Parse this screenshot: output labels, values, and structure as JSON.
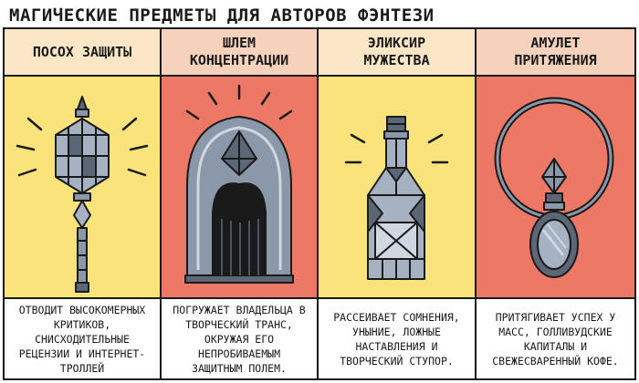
{
  "title": "МАГИЧЕСКИЕ ПРЕДМЕТЫ ДЛЯ АВТОРОВ ФЭНТЕЗИ",
  "colors": {
    "head_light": "#fbe7c6",
    "head_dark": "#f6d2bd",
    "yellow": "#fbe37b",
    "red": "#ee7866",
    "footer": "#ffffff",
    "metal": "#8a98aa",
    "metal_dark": "#5b6676",
    "ink": "#1a1a1a"
  },
  "panels": [
    {
      "name": "ПОСОХ ЗАЩИТЫ",
      "icon": "staff-icon",
      "desc": "ОТВОДИТ ВЫСОКОМЕРНЫХ КРИТИКОВ, СНИСХОДИТЕЛЬНЫЕ РЕЦЕНЗИИ И ИНТЕРНЕТ-ТРОЛЛЕЙ"
    },
    {
      "name": "ШЛЕМ КОНЦЕНТРАЦИИ",
      "icon": "helmet-icon",
      "desc": "ПОГРУЖАЕТ ВЛАДЕЛЬЦА В ТВОРЧЕСКИЙ ТРАНС, ОКРУЖАЯ ЕГО НЕПРОБИВАЕМЫМ ЗАЩИТНЫМ ПОЛЕМ."
    },
    {
      "name": "ЭЛИКСИР МУЖЕСТВА",
      "icon": "potion-bottle-icon",
      "desc": "РАССЕИВАЕТ СОМНЕНИЯ, УНЫНИЕ, ЛОЖНЫЕ НАСТАВЛЕНИЯ И ТВОРЧЕСКИЙ СТУПОР."
    },
    {
      "name": "АМУЛЕТ ПРИТЯЖЕНИЯ",
      "icon": "amulet-icon",
      "desc": "ПРИТЯГИВАЕТ УСПЕХ У МАСС, ГОЛЛИВУДСКИЕ КАПИТАЛЫ И СВЕЖЕСВАРЕННЫЙ КОФЕ."
    }
  ]
}
